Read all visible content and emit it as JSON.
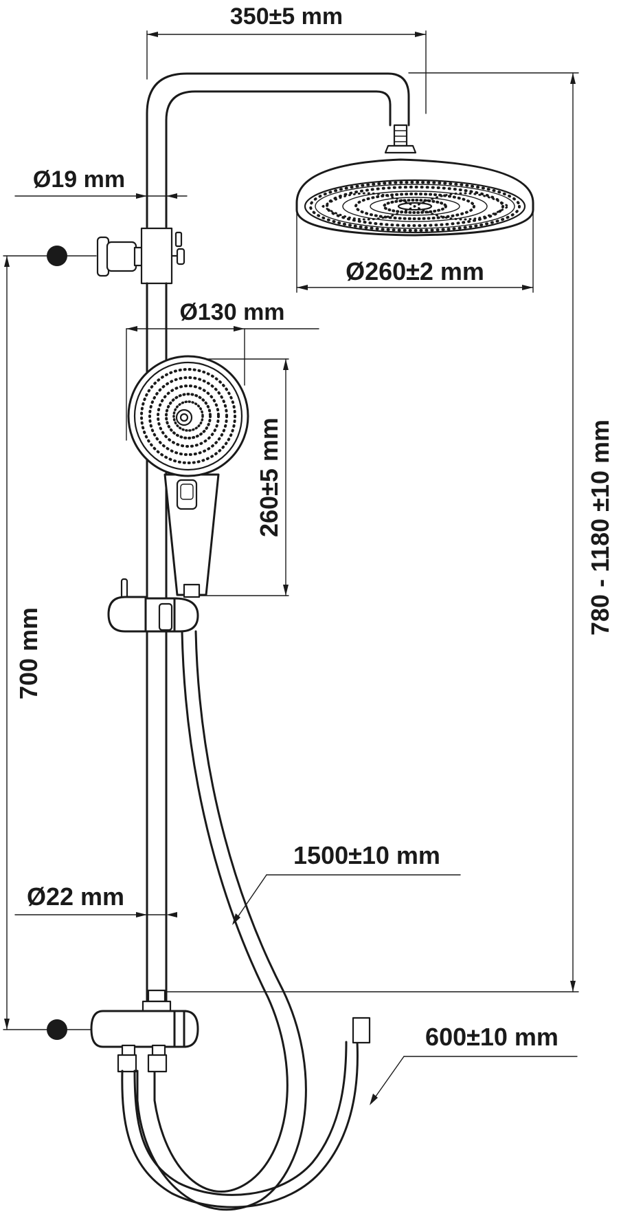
{
  "dimensions": {
    "rail_width": "350±5 mm",
    "top_pipe_diameter": "Ø19 mm",
    "rain_head_diameter": "Ø260±2 mm",
    "hand_shower_diameter": "Ø130 mm",
    "hand_shower_length": "260±5 mm",
    "total_height": "780 - 1180 ±10 mm",
    "mount_spacing": "700 mm",
    "hose_length": "1500±10 mm",
    "bottom_pipe_diameter": "Ø22 mm",
    "connection_hose_length": "600±10 mm"
  },
  "colors": {
    "line": "#1a1a1a",
    "background": "#ffffff"
  }
}
